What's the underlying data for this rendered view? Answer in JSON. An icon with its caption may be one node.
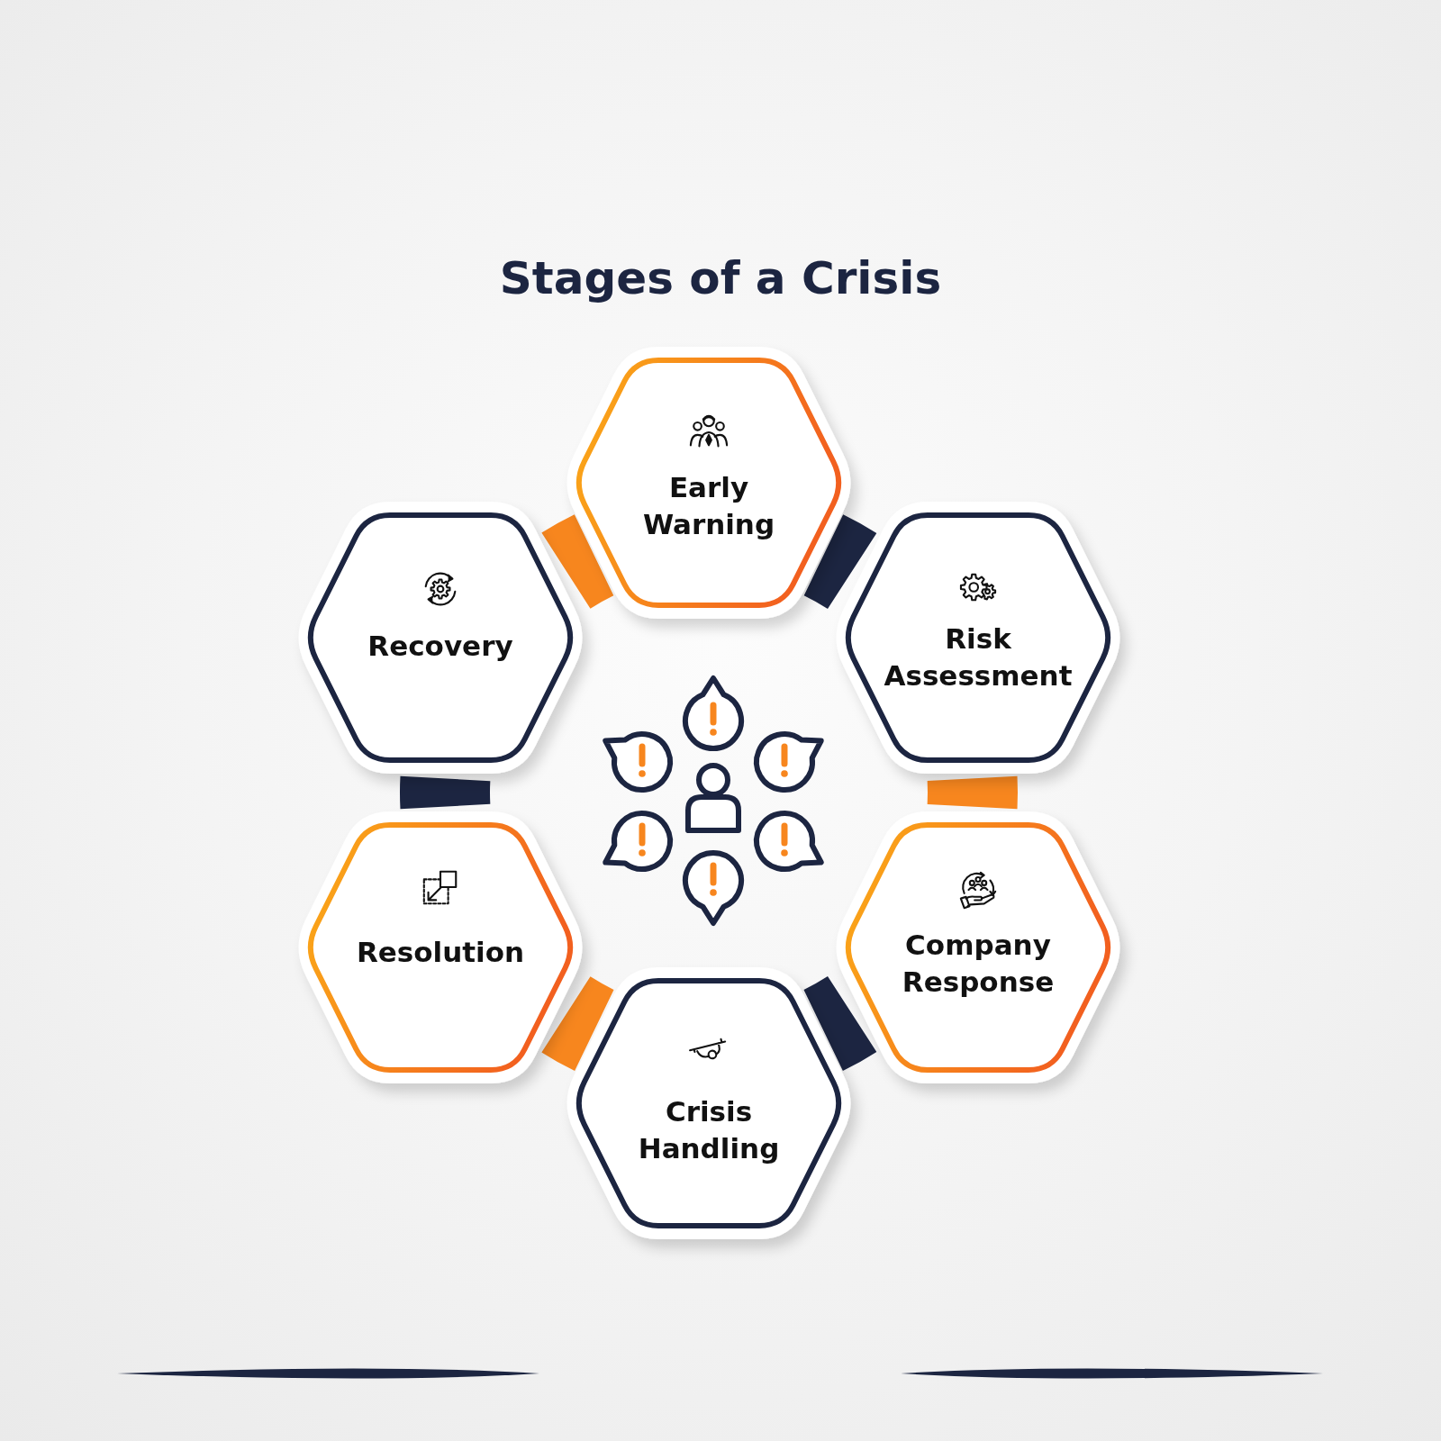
{
  "diagram": {
    "title": "Stages of a Crisis",
    "nodes": [
      {
        "text": [
          "Early Warning"
        ]
      },
      {
        "text": [
          "Risk Assessment"
        ]
      },
      {
        "text": [
          "Company Response"
        ]
      },
      {
        "text": [
          "Crisis Handling"
        ]
      },
      {
        "text": [
          "Resolution"
        ]
      },
      {
        "text": [
          "Recovery"
        ]
      }
    ],
    "edges": [
      {
        "from": 0,
        "to": 1,
        "arrow": "none",
        "color": "#1c2541"
      },
      {
        "from": 1,
        "to": 2,
        "arrow": "none",
        "color": "#f7861e"
      },
      {
        "from": 2,
        "to": 3,
        "arrow": "none",
        "color": "#1c2541"
      },
      {
        "from": 3,
        "to": 4,
        "arrow": "none",
        "color": "#f7861e"
      },
      {
        "from": 4,
        "to": 5,
        "arrow": "none",
        "color": "#1c2541"
      },
      {
        "from": 5,
        "to": 0,
        "arrow": "none",
        "color": "#f7861e"
      }
    ]
  }
}
